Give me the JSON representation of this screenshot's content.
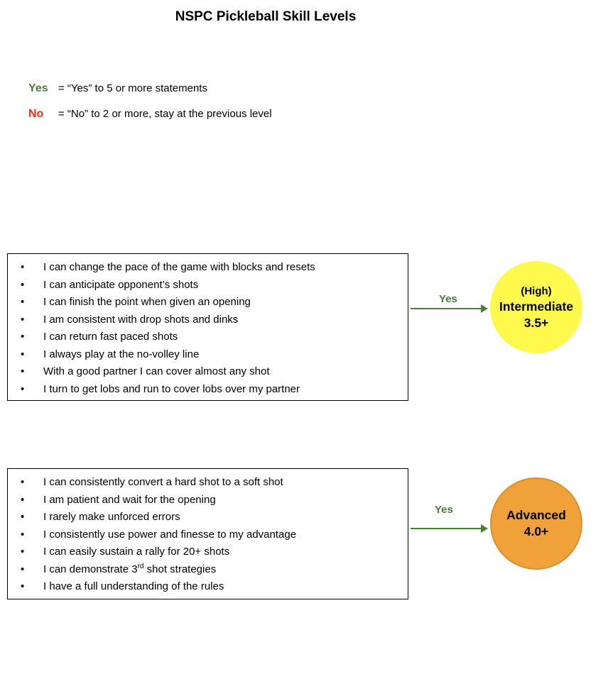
{
  "title": "NSPC Pickleball Skill Levels",
  "colors": {
    "green": "#4C7E3A",
    "red": "#FF2A1A",
    "yellow": "#FFF94E",
    "orange": "#F0A139",
    "orange_border": "#DB8F2B"
  },
  "legend": {
    "yes_label": "Yes",
    "yes_text": "=  “Yes” to 5 or more statements",
    "no_label": "No",
    "no_text": "=  “No” to 2 or more, stay at the previous level"
  },
  "box1": {
    "items": [
      "I can change the pace of the game with blocks and resets",
      "I can anticipate opponent’s shots",
      "I can finish the point when given an opening",
      "I am consistent with drop shots and dinks",
      "I can return fast paced shots",
      "I always play at the no-volley line",
      "With a good partner I can cover almost any shot",
      "I turn to get lobs and run to cover lobs over my partner"
    ],
    "arrow_label": "Yes",
    "result": {
      "line1": "(High)",
      "line2": "Intermediate",
      "line3": "3.5+"
    }
  },
  "box2": {
    "items": [
      "I can consistently convert a hard shot to a soft shot",
      "I am patient and wait for the opening",
      "I rarely make unforced errors",
      "I consistently use power and finesse to my advantage",
      "I can easily sustain a rally for 20+ shots",
      {
        "pre": "I can demonstrate 3",
        "sup": "rd",
        "post": " shot strategies"
      },
      "I have a full understanding of the rules"
    ],
    "arrow_label": "Yes",
    "result": {
      "line1": "Advanced",
      "line2": "4.0+"
    }
  }
}
